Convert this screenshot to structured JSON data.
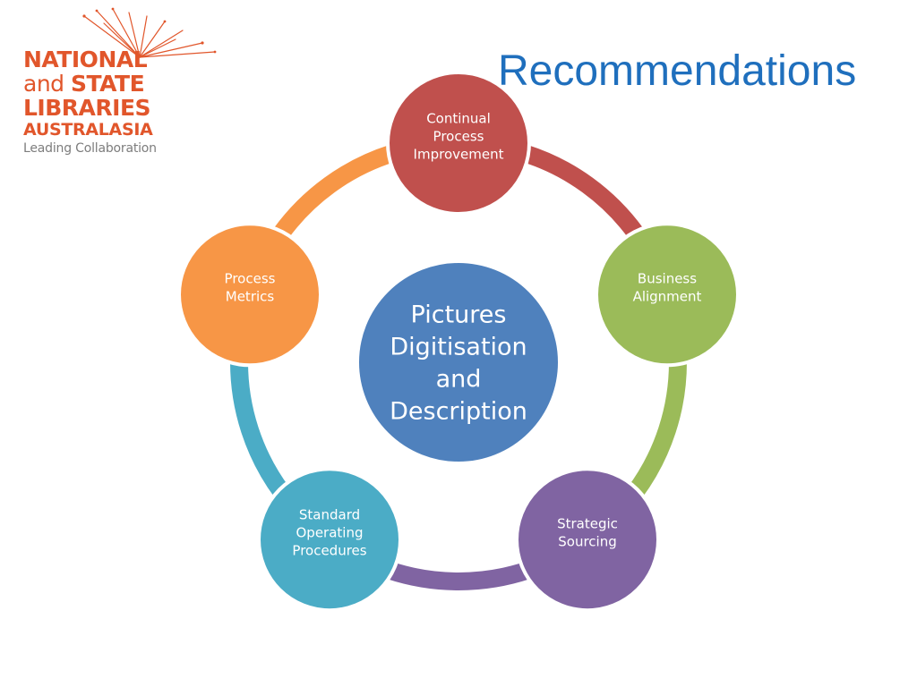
{
  "logo": {
    "line1": "NATIONAL",
    "line2_a": "and ",
    "line2_b": "STATE",
    "line3": "LIBRARIES",
    "line4": "AUSTRALASIA",
    "tagline": "Leading Collaboration"
  },
  "title": "Recommendations",
  "center": {
    "lines": [
      "Pictures",
      "Digitisation",
      "and",
      "Description"
    ],
    "color": "#4f81bd"
  },
  "nodes": [
    {
      "lines": [
        "Continual",
        "Process",
        "Improvement"
      ],
      "color": "#c0504d"
    },
    {
      "lines": [
        "Business",
        "Alignment"
      ],
      "color": "#9bbb59"
    },
    {
      "lines": [
        "Strategic",
        "Sourcing"
      ],
      "color": "#8064a2"
    },
    {
      "lines": [
        "Standard",
        "Operating",
        "Procedures"
      ],
      "color": "#4bacc6"
    },
    {
      "lines": [
        "Process",
        "Metrics"
      ],
      "color": "#f79646"
    }
  ]
}
